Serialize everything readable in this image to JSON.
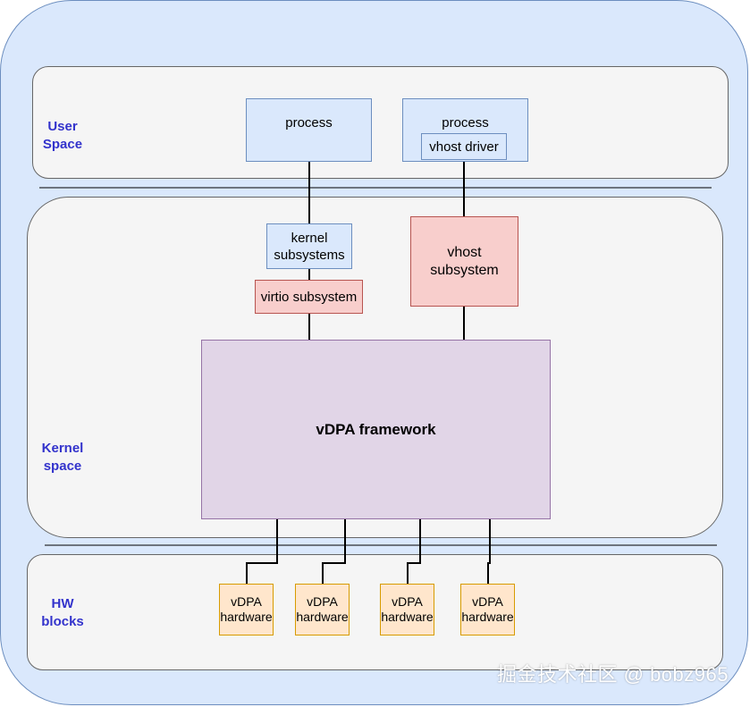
{
  "regions": {
    "user": {
      "label": "User\nSpace"
    },
    "kernel": {
      "label": "Kernel\nspace"
    },
    "hw": {
      "label": "HW\nblocks"
    }
  },
  "user_space": {
    "process_left": "process",
    "process_right": "process",
    "vhost_driver": "vhost driver"
  },
  "kernel_space": {
    "kernel_subsystems": "kernel\nsubsystems",
    "virtio_subsystem": "virtio subsystem",
    "vhost_subsystem": "vhost\nsubsystem",
    "vdpa_framework": "vDPA framework"
  },
  "hw_blocks": {
    "items": [
      "vDPA\nhardware",
      "vDPA\nhardware",
      "vDPA\nhardware",
      "vDPA\nhardware"
    ]
  },
  "watermark": "掘金技术社区 @ bobz965",
  "colors": {
    "background_blue": "#dae8fc",
    "region_gray": "#f5f5f5",
    "label_blue": "#3333cc",
    "red_fill": "#f8cecc",
    "purple_fill": "#e1d5e7",
    "orange_fill": "#ffe6cc"
  }
}
